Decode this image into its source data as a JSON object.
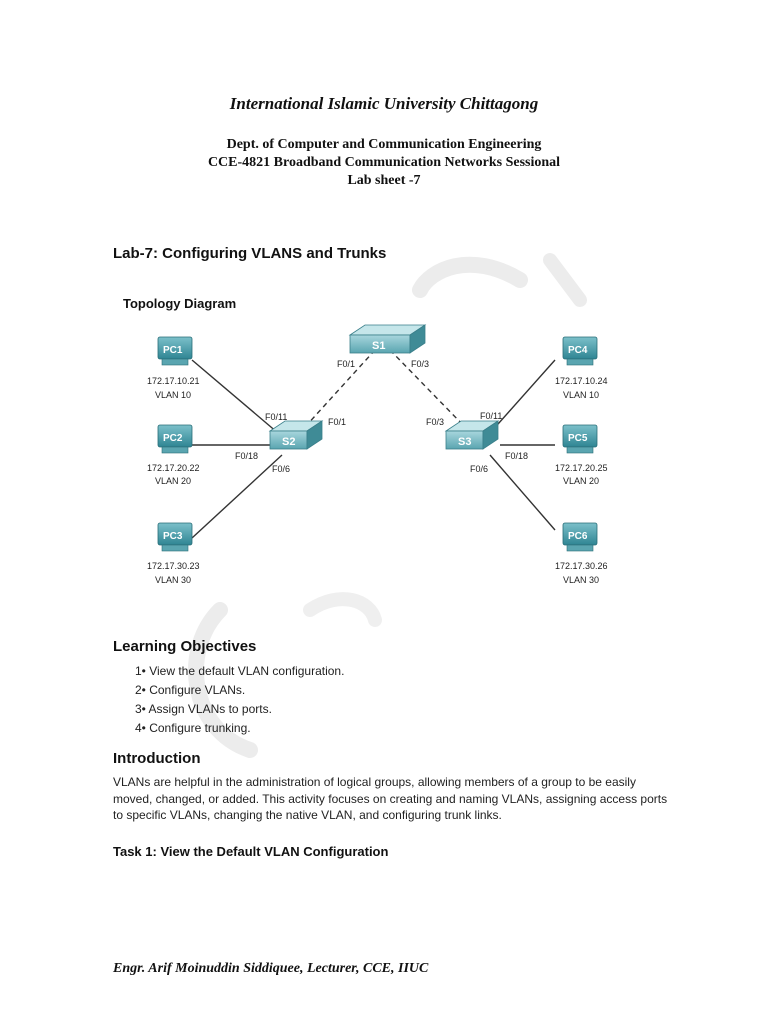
{
  "header": {
    "university": "International Islamic University Chittagong",
    "department": "Dept. of Computer and Communication Engineering",
    "course": "CCE-4821 Broadband Communication Networks Sessional",
    "sheet": "Lab sheet -7"
  },
  "lab_title": "Lab-7: Configuring VLANS and Trunks",
  "diagram": {
    "title": "Topology Diagram",
    "switches": [
      {
        "name": "S1"
      },
      {
        "name": "S2"
      },
      {
        "name": "S3"
      }
    ],
    "pcs": [
      {
        "name": "PC1",
        "ip": "172.17.10.21",
        "vlan": "VLAN 10"
      },
      {
        "name": "PC2",
        "ip": "172.17.20.22",
        "vlan": "VLAN 20"
      },
      {
        "name": "PC3",
        "ip": "172.17.30.23",
        "vlan": "VLAN 30"
      },
      {
        "name": "PC4",
        "ip": "172.17.10.24",
        "vlan": "VLAN 10"
      },
      {
        "name": "PC5",
        "ip": "172.17.20.25",
        "vlan": "VLAN 20"
      },
      {
        "name": "PC6",
        "ip": "172.17.30.26",
        "vlan": "VLAN 30"
      }
    ],
    "ports": {
      "s1_left": "F0/1",
      "s1_right": "F0/3",
      "s2_uplink": "F0/1",
      "s2_pc1": "F0/11",
      "s2_pc2": "F0/18",
      "s2_pc3": "F0/6",
      "s3_uplink": "F0/3",
      "s3_pc4": "F0/11",
      "s3_pc5": "F0/18",
      "s3_pc6": "F0/6"
    }
  },
  "objectives": {
    "heading": "Learning Objectives",
    "items": [
      "1• View the default VLAN configuration.",
      "2• Configure VLANs.",
      "3• Assign VLANs to ports.",
      "4• Configure trunking."
    ]
  },
  "introduction": {
    "heading": "Introduction",
    "text": "VLANs are helpful in the administration of logical groups, allowing members of a group to be easily moved, changed, or added. This activity focuses on creating and naming VLANs, assigning access ports to specific VLANs, changing the native VLAN, and configuring trunk links."
  },
  "task1": "Task 1: View the Default VLAN Configuration",
  "footer": "Engr. Arif Moinuddin Siddiquee, Lecturer, CCE, IIUC",
  "colors": {
    "switch_body": "#4f9aa6",
    "switch_top": "#9fd0d8",
    "pc_screen": "#3f96a3",
    "link": "#333333"
  }
}
